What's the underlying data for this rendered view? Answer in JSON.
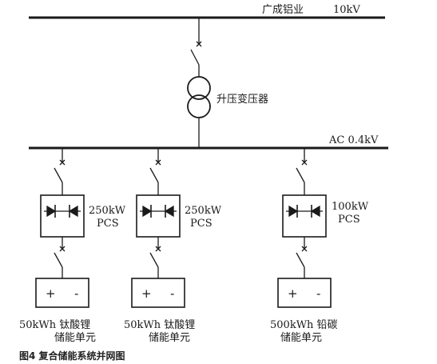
{
  "top_bus": {
    "label": "广成铝业",
    "voltage": "10kV"
  },
  "transformer": {
    "label": "升压变压器"
  },
  "ac_bus": {
    "label": "AC 0.4kV"
  },
  "branches": [
    {
      "pcs_power": "250kW",
      "pcs_label": "PCS",
      "plus": "+",
      "minus": "-",
      "storage_line1": "50kWh 钛酸锂",
      "storage_line2": "储能单元"
    },
    {
      "pcs_power": "250kW",
      "pcs_label": "PCS",
      "plus": "+",
      "minus": "-",
      "storage_line1": "50kWh 钛酸锂",
      "storage_line2": "储能单元"
    },
    {
      "pcs_power": "100kW",
      "pcs_label": "PCS",
      "plus": "+",
      "minus": "-",
      "storage_line1": "500kWh 铅碳",
      "storage_line2": "储能单元"
    }
  ],
  "caption": "图4  复合储能系统并网图",
  "colors": {
    "line": "#1a1a1a",
    "background": "#ffffff"
  }
}
